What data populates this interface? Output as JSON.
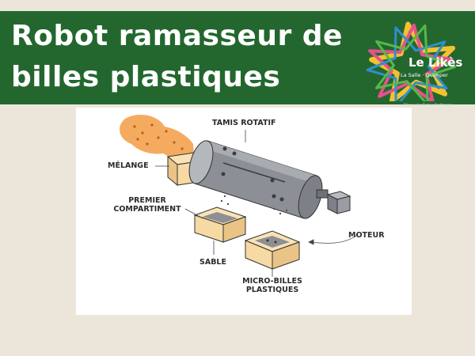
{
  "title": {
    "line1": "Robot ramasseur de",
    "line2": "billes plastiques"
  },
  "logo": {
    "name": "Le Likès",
    "subtitle": "La Salle · Quimper",
    "tagline": "Réseau des Écoles Chrétiennes",
    "colors": [
      "#f2c230",
      "#e7508c",
      "#2f8fd1",
      "#56b948",
      "#7b3f98"
    ]
  },
  "diagram": {
    "labels": {
      "tamis": "TAMIS ROTATIF",
      "melange": "MÉLANGE",
      "premier_line1": "PREMIER",
      "premier_line2": "COMPARTIMENT",
      "moteur": "MOTEUR",
      "sable": "SABLE",
      "micro_line1": "MICRO-BILLES",
      "micro_line2": "PLASTIQUES"
    },
    "colors": {
      "drum": "#8c8f95",
      "box": "#f6d9a3",
      "stream": "#f3a24e",
      "outline": "#333333"
    }
  }
}
